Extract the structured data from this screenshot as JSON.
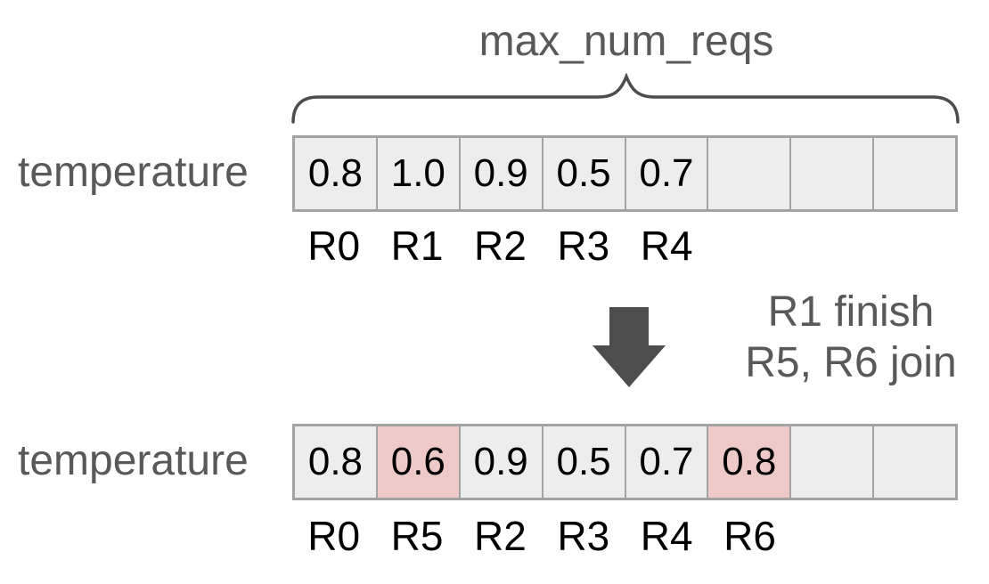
{
  "palette": {
    "text_gray": "#595959",
    "line_gray": "#4d4d4d",
    "cell_fill": "#ededed",
    "cell_highlight": "#edcac8",
    "cell_border": "#a3a3a3",
    "value_black": "#000000"
  },
  "brace_label": "max_num_reqs",
  "icons": {
    "down_arrow": "down-arrow-icon",
    "brace": "horizontal-curly-brace-icon"
  },
  "arrays": {
    "before": {
      "row_label": "temperature",
      "cells": [
        {
          "value": "0.8",
          "req": "R0",
          "highlighted": false
        },
        {
          "value": "1.0",
          "req": "R1",
          "highlighted": false
        },
        {
          "value": "0.9",
          "req": "R2",
          "highlighted": false
        },
        {
          "value": "0.5",
          "req": "R3",
          "highlighted": false
        },
        {
          "value": "0.7",
          "req": "R4",
          "highlighted": false
        },
        {
          "value": "",
          "req": "",
          "highlighted": false
        },
        {
          "value": "",
          "req": "",
          "highlighted": false
        },
        {
          "value": "",
          "req": "",
          "highlighted": false
        }
      ]
    },
    "after": {
      "row_label": "temperature",
      "cells": [
        {
          "value": "0.8",
          "req": "R0",
          "highlighted": false
        },
        {
          "value": "0.6",
          "req": "R5",
          "highlighted": true
        },
        {
          "value": "0.9",
          "req": "R2",
          "highlighted": false
        },
        {
          "value": "0.5",
          "req": "R3",
          "highlighted": false
        },
        {
          "value": "0.7",
          "req": "R4",
          "highlighted": false
        },
        {
          "value": "0.8",
          "req": "R6",
          "highlighted": true
        },
        {
          "value": "",
          "req": "",
          "highlighted": false
        },
        {
          "value": "",
          "req": "",
          "highlighted": false
        }
      ]
    }
  },
  "transition": {
    "line1": "R1 finish",
    "line2": "R5, R6 join"
  }
}
